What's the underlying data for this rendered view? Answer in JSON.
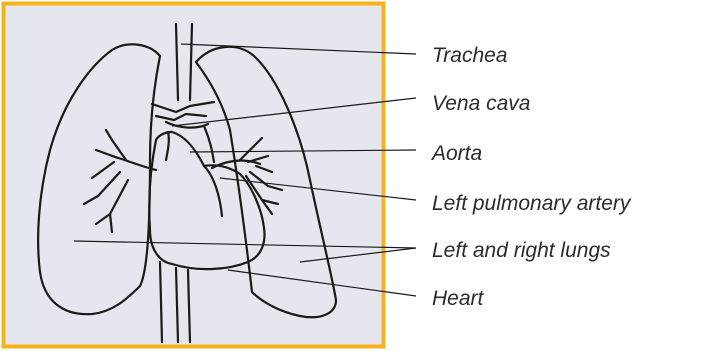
{
  "diagram": {
    "colors": {
      "frame_border": "#F5B21A",
      "frame_fill": "#E6E6EE",
      "outline": "#1a1a1a",
      "label_text": "#2b2b2b"
    },
    "labels": {
      "trachea": "Trachea",
      "vena_cava": "Vena cava",
      "aorta": "Aorta",
      "left_pulmonary_artery": "Left pulmonary artery",
      "lungs": "Left and right lungs",
      "heart": "Heart"
    }
  }
}
